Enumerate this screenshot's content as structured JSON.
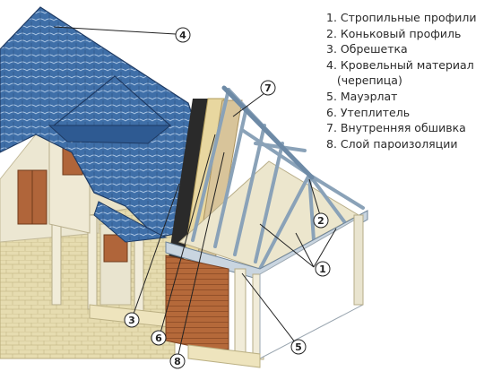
{
  "legend": [
    "1. Стропильные профили",
    "2. Коньковый профиль",
    "3. Обрешетка",
    "4. Кровельный материал",
    "   (черепица)",
    "5. Мауэрлат",
    "6. Утеплитель",
    "7. Внутренняя обшивка",
    "8. Слой пароизоляции"
  ],
  "callouts": [
    "1",
    "2",
    "3",
    "4",
    "5",
    "6",
    "7",
    "8"
  ],
  "colors": {
    "roof_tile": "#3f6fa8",
    "roof_tile_dark": "#2b4f80",
    "steel_profile": "#9fb3c6",
    "wall_light": "#e9e4cf",
    "wall_stone": "#e6dcb0",
    "wood": "#b5693a",
    "insulation": "#e8d7a0",
    "sheathing": "#d8c49a"
  }
}
